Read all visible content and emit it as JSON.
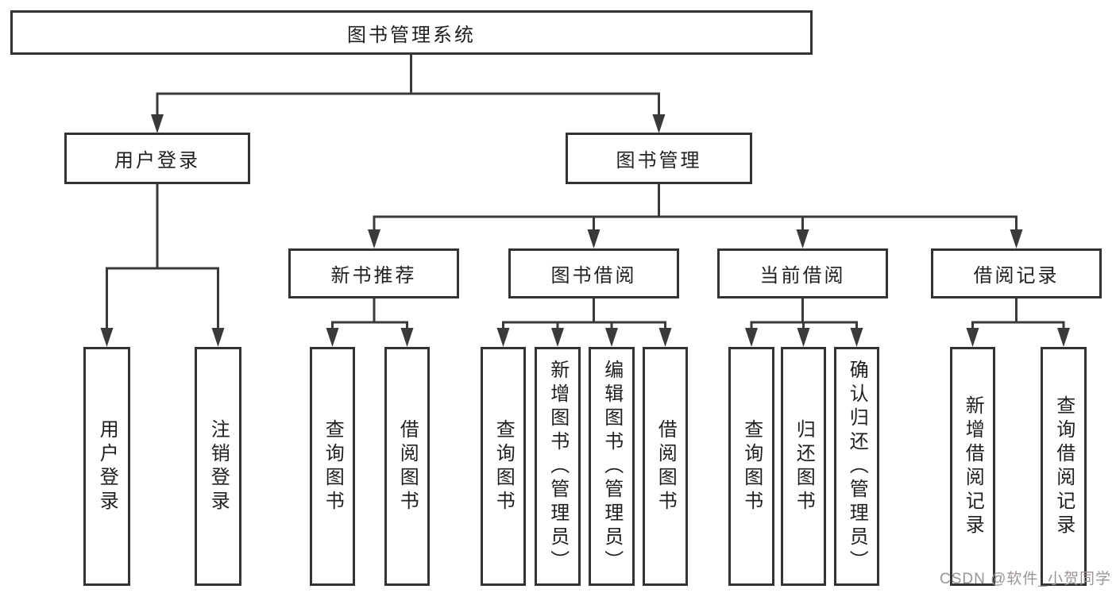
{
  "diagram": {
    "root": {
      "label": "图书管理系统"
    },
    "level2": [
      {
        "label": "用户登录"
      },
      {
        "label": "图书管理"
      }
    ],
    "level3": [
      {
        "label": "新书推荐"
      },
      {
        "label": "图书借阅"
      },
      {
        "label": "当前借阅"
      },
      {
        "label": "借阅记录"
      }
    ],
    "leaves": {
      "user_login": [
        "用户登录",
        "注销登录"
      ],
      "new_book_recommend": [
        "查询图书",
        "借阅图书"
      ],
      "book_borrow": [
        "查询图书",
        "新增图书（管理员）",
        "编辑图书（管理员）",
        "借阅图书"
      ],
      "current_borrow": [
        "查询图书",
        "归还图书",
        "确认归还（管理员）"
      ],
      "borrow_records": [
        "新增借阅记录",
        "查询借阅记录"
      ]
    },
    "watermark": "CSDN @软件_小贺同学",
    "colors": {
      "line": "#3a3a3a",
      "border": "#333333",
      "text": "#1f1f1f",
      "background": "#ffffff",
      "watermark": "#9b9494"
    }
  }
}
